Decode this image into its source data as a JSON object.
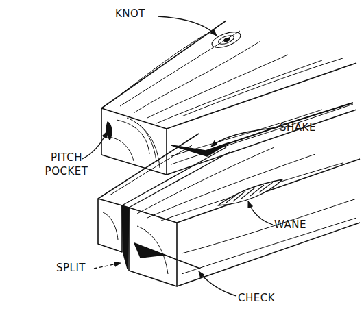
{
  "diagram": {
    "labels": [
      "KNOT",
      "SHAKE",
      "PITCH POCKET",
      "WANE",
      "SPLIT",
      "CHECK"
    ]
  }
}
